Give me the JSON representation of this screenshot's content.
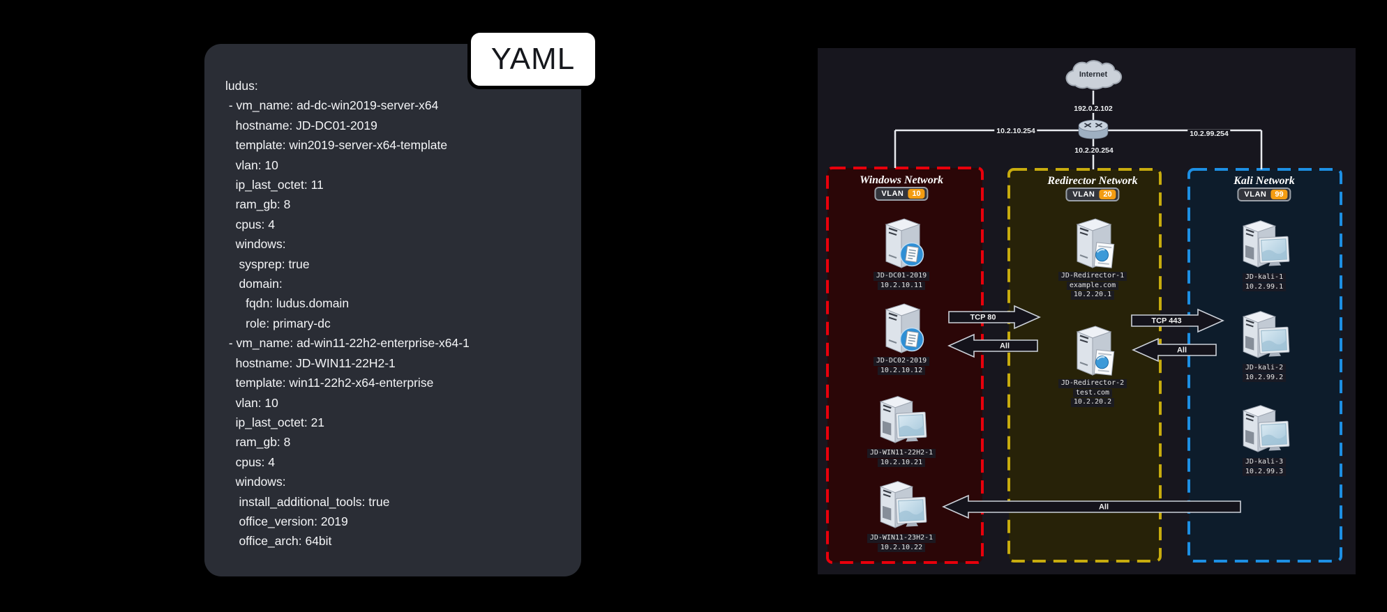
{
  "yaml_panel": {
    "badge_label": "YAML",
    "lines": [
      "ludus:",
      " - vm_name: ad-dc-win2019-server-x64",
      "   hostname: JD-DC01-2019",
      "   template: win2019-server-x64-template",
      "   vlan: 10",
      "   ip_last_octet: 11",
      "   ram_gb: 8",
      "   cpus: 4",
      "   windows:",
      "    sysprep: true",
      "    domain:",
      "      fqdn: ludus.domain",
      "      role: primary-dc",
      " - vm_name: ad-win11-22h2-enterprise-x64-1",
      "   hostname: JD-WIN11-22H2-1",
      "   template: win11-22h2-x64-enterprise",
      "   vlan: 10",
      "   ip_last_octet: 21",
      "   ram_gb: 8",
      "   cpus: 4",
      "   windows:",
      "    install_additional_tools: true",
      "    office_version: 2019",
      "    office_arch: 64bit"
    ]
  },
  "diagram": {
    "internet_label": "Internet",
    "wan_ip": "192.0.2.102",
    "router_left_ip": "10.2.10.254",
    "router_bottom_ip": "10.2.20.254",
    "router_right_ip": "10.2.99.254",
    "vlan_word": "VLAN",
    "networks": [
      {
        "name": "Windows Network",
        "vlan": "10",
        "accent": "#e8000c",
        "fill": "#2b0607",
        "nodes": [
          {
            "type": "server-doc",
            "lines": [
              "JD-DC01-2019",
              "10.2.10.11"
            ]
          },
          {
            "type": "server-doc",
            "lines": [
              "JD-DC02-2019",
              "10.2.10.12"
            ]
          },
          {
            "type": "workstation",
            "lines": [
              "JD-WIN11-22H2-1",
              "10.2.10.21"
            ]
          },
          {
            "type": "workstation",
            "lines": [
              "JD-WIN11-23H2-1",
              "10.2.10.22"
            ]
          }
        ]
      },
      {
        "name": "Redirector Network",
        "vlan": "20",
        "accent": "#c7ab0e",
        "fill": "#272208",
        "nodes": [
          {
            "type": "server-web",
            "lines": [
              "JD-Redirector-1",
              "example.com",
              "10.2.20.1"
            ]
          },
          {
            "type": "server-web",
            "lines": [
              "JD-Redirector-2",
              "test.com",
              "10.2.20.2"
            ]
          }
        ]
      },
      {
        "name": "Kali Network",
        "vlan": "99",
        "accent": "#1d8fe3",
        "fill": "#0d1c2b",
        "nodes": [
          {
            "type": "workstation",
            "lines": [
              "JD-kali-1",
              "10.2.99.1"
            ]
          },
          {
            "type": "workstation",
            "lines": [
              "JD-kali-2",
              "10.2.99.2"
            ]
          },
          {
            "type": "workstation",
            "lines": [
              "JD-kali-3",
              "10.2.99.3"
            ]
          }
        ]
      }
    ],
    "arrows": [
      {
        "label": "TCP 80",
        "direction": "right"
      },
      {
        "label": "All",
        "direction": "left"
      },
      {
        "label": "TCP 443",
        "direction": "right"
      },
      {
        "label": "All",
        "direction": "left"
      },
      {
        "label": "All",
        "direction": "left"
      }
    ]
  }
}
